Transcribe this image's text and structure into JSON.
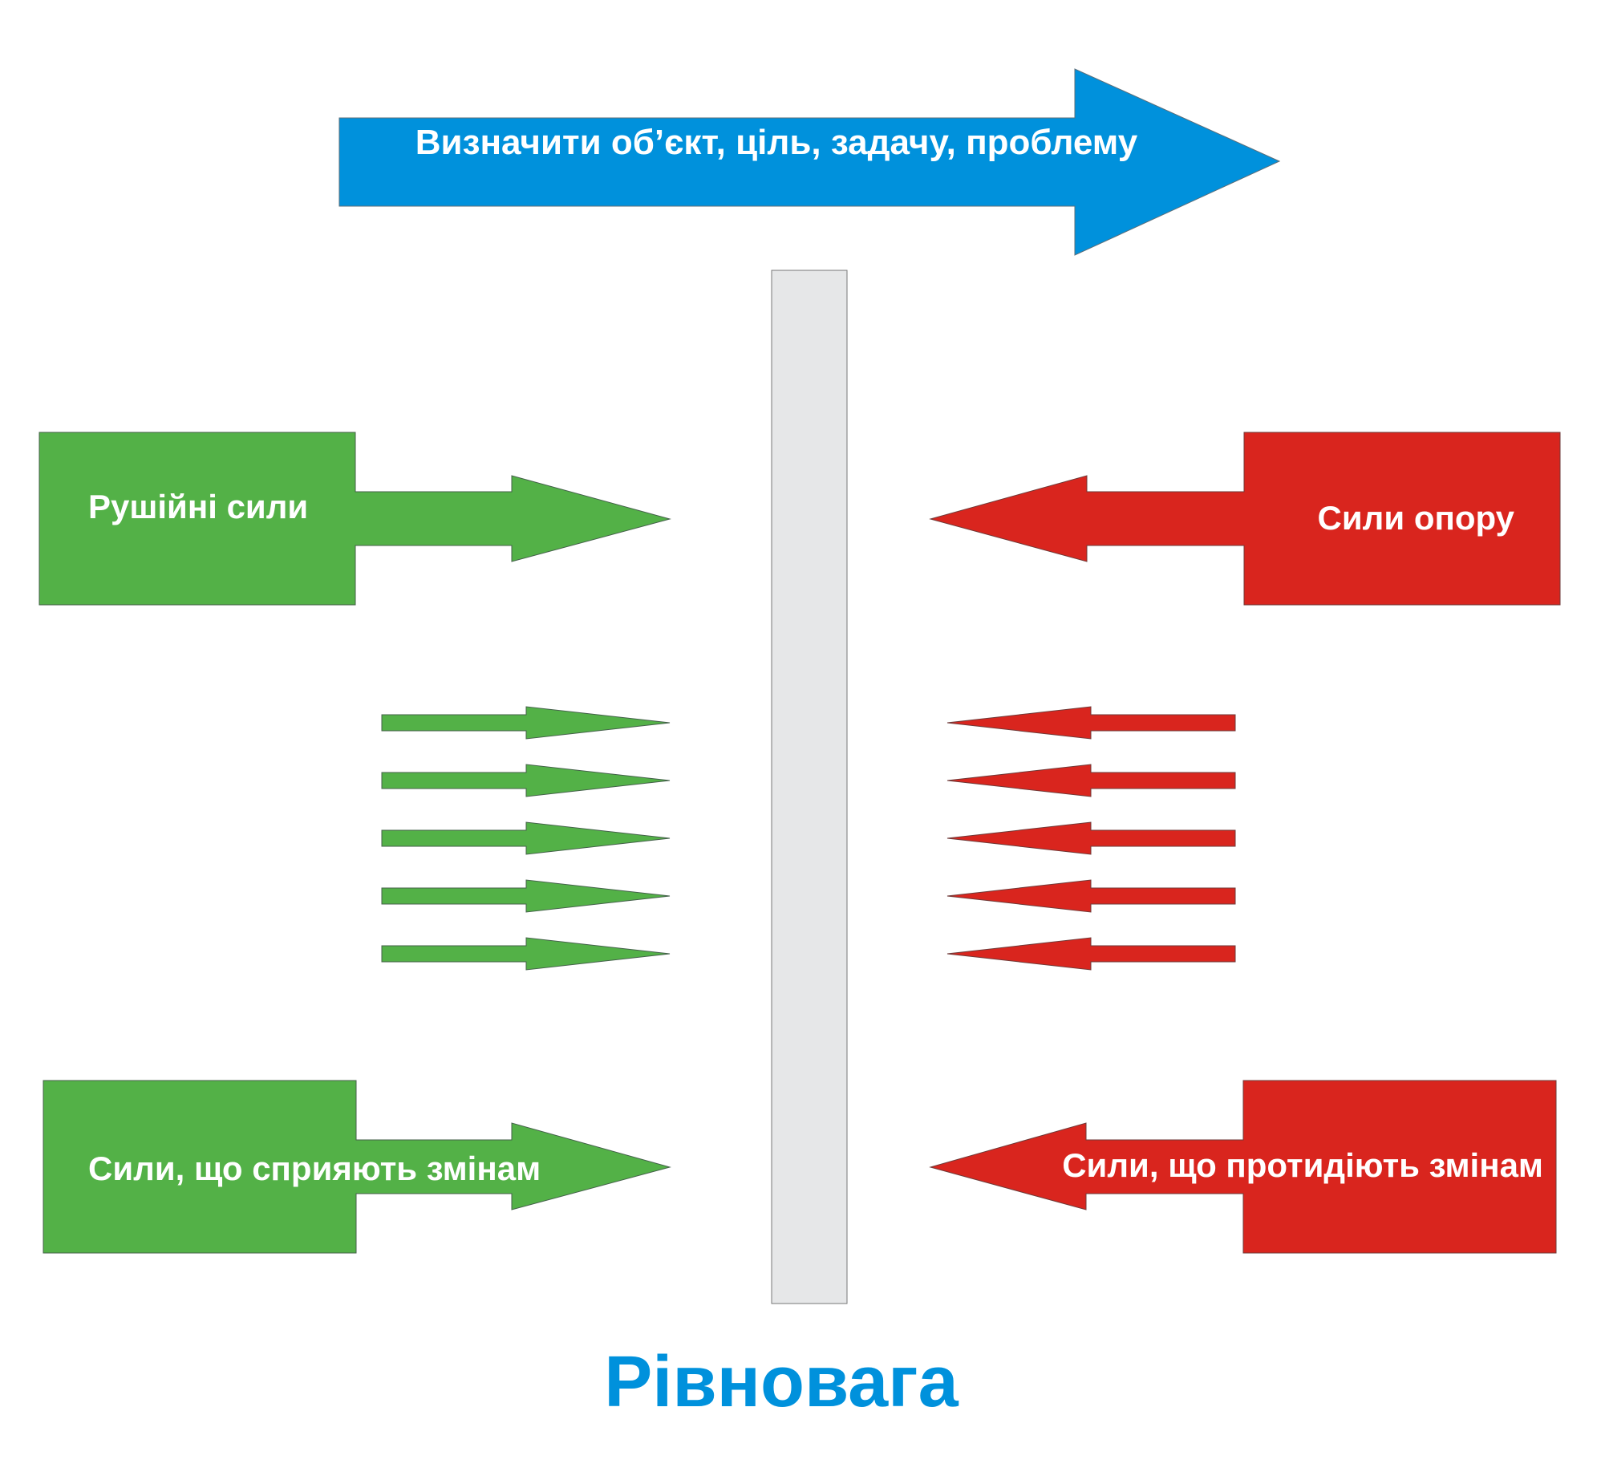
{
  "top_arrow": {
    "label": "Визначити об’єкт, ціль, задачу, проблему",
    "color": "#0091DC"
  },
  "driving": {
    "label": "Рушійні сили",
    "color": "#53B147"
  },
  "resisting": {
    "label": "Сили опору",
    "color": "#D9251E"
  },
  "supporting": {
    "label": "Сили, що сприяють змінам",
    "color": "#53B147"
  },
  "opposing": {
    "label": "Сили, що протидіють змінам",
    "color": "#D9251E"
  },
  "small_arrows": {
    "green_count": 5,
    "red_count": 5
  },
  "barrier": {
    "color": "#E6E7E8"
  },
  "equilibrium": {
    "label": "Рівновага",
    "color": "#0091DC"
  }
}
